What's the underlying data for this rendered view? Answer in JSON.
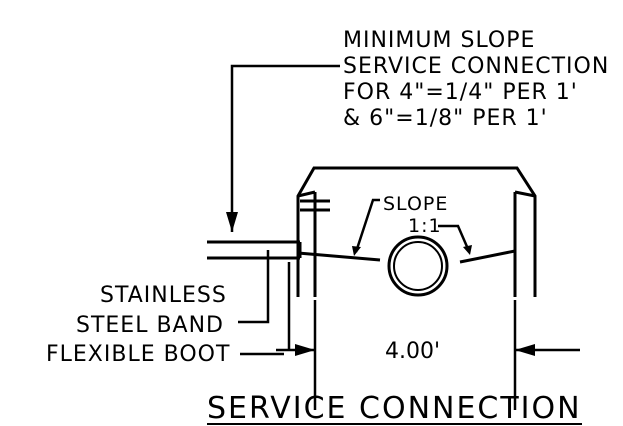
{
  "note": {
    "line1": "MINIMUM SLOPE",
    "line2": "SERVICE CONNECTION",
    "line3": "FOR 4\"=1/4\" PER 1'",
    "line4": "& 6\"=1/8\" PER 1'"
  },
  "labels": {
    "slope_word": "SLOPE",
    "slope_ratio": "1:1",
    "stainless_line1": "STAINLESS",
    "stainless_line2": "STEEL BAND",
    "flexible_boot": "FLEXIBLE BOOT",
    "dimension": "4.00'"
  },
  "title": "SERVICE CONNECTION"
}
